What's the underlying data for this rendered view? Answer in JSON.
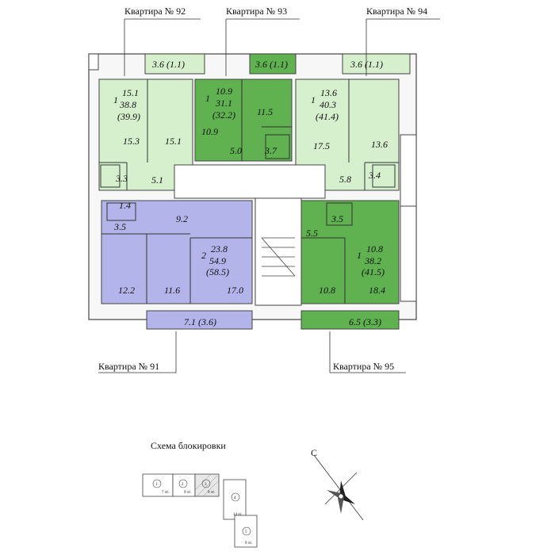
{
  "apartment_labels": {
    "apt92": "Квартира № 92",
    "apt93": "Квартира №  93",
    "apt94": "Квартира № 94",
    "apt91": "Квартира № 91",
    "apt95": "Квартира № 95"
  },
  "apt92": {
    "rooms": "1",
    "living": "15.1",
    "total": "38.8",
    "total_with_balcony": "(39.9)",
    "room_a": "15.3",
    "room_b": "15.1",
    "bath": "3.3",
    "hall": "5.1",
    "balcony": "3.6 (1.1)"
  },
  "apt93": {
    "rooms": "1",
    "living": "10.9",
    "total": "31.1",
    "total_with_balcony": "(32.2)",
    "room_a": "10.9",
    "room_b": "11.5",
    "hall": "5.0",
    "bath": "3.7",
    "balcony": "3.6 (1.1)"
  },
  "apt94": {
    "rooms": "1",
    "living": "13.6",
    "total": "40.3",
    "total_with_balcony": "(41.4)",
    "room_a": "17.5",
    "room_b": "13.6",
    "hall": "5.8",
    "bath": "3.4",
    "balcony": "3.6 (1.1)"
  },
  "apt91": {
    "rooms": "2",
    "living": "23.8",
    "total": "54.9",
    "total_with_balcony": "(58.5)",
    "bath": "1.4",
    "hall_a": "9.2",
    "hall_b": "3.5",
    "room_a": "12.2",
    "room_b": "11.6",
    "kitchen": "17.0",
    "balcony": "7.1 (3.6)"
  },
  "apt95": {
    "rooms": "1",
    "living": "10.8",
    "total": "38.2",
    "total_with_balcony": "(41.5)",
    "bath": "3.5",
    "hall": "5.5",
    "room_a": "10.8",
    "room_b": "18.4",
    "balcony": "6.5 (3.3)"
  },
  "scheme": {
    "title": "Схема блокировки",
    "sections": [
      "1",
      "2",
      "3",
      "4",
      "5"
    ],
    "notes": [
      "7 эт.",
      "9 эт.",
      "9 эт.",
      "14 эт.",
      "9 эт."
    ]
  },
  "compass": {
    "north": "С"
  },
  "colors": {
    "apt92": "#d6f0cd",
    "apt93": "#5fb24f",
    "apt94": "#d6f0cd",
    "apt91": "#b3b5ea",
    "apt95": "#5fb24f"
  }
}
